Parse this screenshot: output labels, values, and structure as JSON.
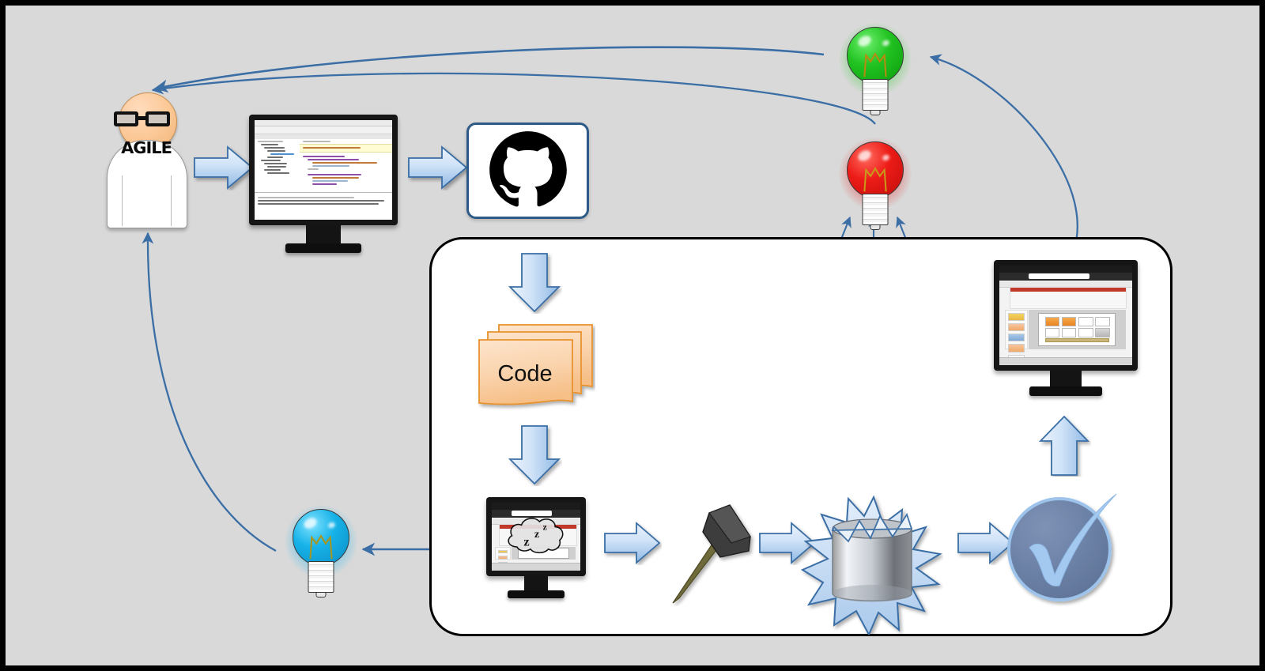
{
  "diagram": {
    "title": "Agile Continuous Integration Pipeline",
    "background_color": "#d9d9d9",
    "border_color": "#000000",
    "container_fill": "#ffffff",
    "accent_blue": "#4472a8",
    "arrow_fill_light": "#dbe8f7",
    "arrow_fill_dark": "#9cc0e8",
    "arrow_stroke": "#3a6ea5"
  },
  "nodes": {
    "developer": {
      "name": "Agile Developer",
      "shirt_label": "AGILE",
      "icon": "person-with-glasses-icon"
    },
    "ide": {
      "name": "IDE / Code Editor",
      "icon": "desktop-monitor-ide-icon"
    },
    "github": {
      "name": "GitHub Repository",
      "icon": "github-octocat-icon"
    },
    "code": {
      "label": "Code",
      "icon": "document-stack-icon"
    },
    "sleeping_monitor": {
      "name": "Idle Build Machine",
      "icon": "monitor-sleeping-zzz-icon",
      "zzz": "z z z"
    },
    "build": {
      "name": "Build",
      "icon": "hammer-icon"
    },
    "break": {
      "name": "Broken Build",
      "icon": "shattered-cylinder-icon"
    },
    "pass": {
      "name": "Tests Passed",
      "icon": "blue-checkmark-circle-icon"
    },
    "report_monitor": {
      "name": "Report / Presentation",
      "icon": "monitor-powerpoint-icon"
    },
    "bulb_green": {
      "name": "Green Build Status",
      "color": "#22c322",
      "icon": "light-bulb-green-icon"
    },
    "bulb_red": {
      "name": "Red Build Status",
      "color": "#ed1c18",
      "icon": "light-bulb-red-icon"
    },
    "bulb_blue": {
      "name": "Blue Notification Status",
      "color": "#16b2e8",
      "icon": "light-bulb-blue-icon"
    }
  },
  "edges": [
    {
      "id": "dev-to-ide",
      "from": "developer",
      "to": "ide",
      "style": "block-arrow-right"
    },
    {
      "id": "ide-to-github",
      "from": "ide",
      "to": "github",
      "style": "block-arrow-right"
    },
    {
      "id": "github-to-code",
      "from": "github",
      "to": "code",
      "style": "block-arrow-down"
    },
    {
      "id": "code-to-monitor",
      "from": "code",
      "to": "sleeping_monitor",
      "style": "block-arrow-down"
    },
    {
      "id": "monitor-to-build",
      "from": "sleeping_monitor",
      "to": "build",
      "style": "block-arrow-right"
    },
    {
      "id": "build-to-break",
      "from": "build",
      "to": "break",
      "style": "block-arrow-right"
    },
    {
      "id": "break-to-pass",
      "from": "break",
      "to": "pass",
      "style": "block-arrow-right"
    },
    {
      "id": "pass-to-report",
      "from": "pass",
      "to": "report_monitor",
      "style": "block-arrow-up"
    },
    {
      "id": "build-to-red",
      "from": "build",
      "to": "bulb_red",
      "style": "thin-line-arrow"
    },
    {
      "id": "break-to-red",
      "from": "break",
      "to": "bulb_red",
      "style": "thin-line-arrow"
    },
    {
      "id": "pass-to-red",
      "from": "pass",
      "to": "bulb_red",
      "style": "thin-line-arrow"
    },
    {
      "id": "report-to-green",
      "from": "report_monitor",
      "to": "bulb_green",
      "style": "curved-arrow"
    },
    {
      "id": "green-to-dev",
      "from": "bulb_green",
      "to": "developer",
      "style": "curved-arrow"
    },
    {
      "id": "red-to-dev",
      "from": "bulb_red",
      "to": "developer",
      "style": "curved-arrow"
    },
    {
      "id": "monitor-to-blue",
      "from": "sleeping_monitor",
      "to": "bulb_blue",
      "style": "thin-line-arrow"
    },
    {
      "id": "blue-to-dev",
      "from": "bulb_blue",
      "to": "developer",
      "style": "curved-arrow"
    }
  ]
}
